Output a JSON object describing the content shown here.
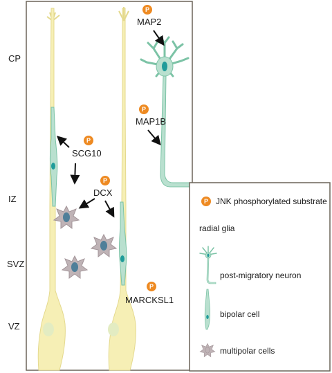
{
  "zones": {
    "cp": "CP",
    "iz": "IZ",
    "svz": "SVZ",
    "vz": "VZ"
  },
  "phospho_marker": "P",
  "substrates": {
    "map2": "MAP2",
    "map1b": "MAP1B",
    "scg10": "SCG10",
    "dcx": "DCX",
    "marcksl1": "MARCKSL1"
  },
  "legend": {
    "jnk": "JNK phosphorylated substrate",
    "radial_glia": "radial glia",
    "post_migratory_neuron": "post-migratory neuron",
    "bipolar_cell": "bipolar cell",
    "multipolar_cells": "multipolar cells"
  },
  "colors": {
    "radial_glia": "#f6efb5",
    "radial_glia_stroke": "#e4d98e",
    "neuron_fill": "#b9e0cf",
    "neuron_stroke": "#7cc3a6",
    "nucleus": "#1f9c9a",
    "multipolar_fill": "#bfb3b6",
    "multipolar_nucleus": "#4f7f99",
    "phospho": "#ee8a22",
    "frame": "#6b6459"
  }
}
